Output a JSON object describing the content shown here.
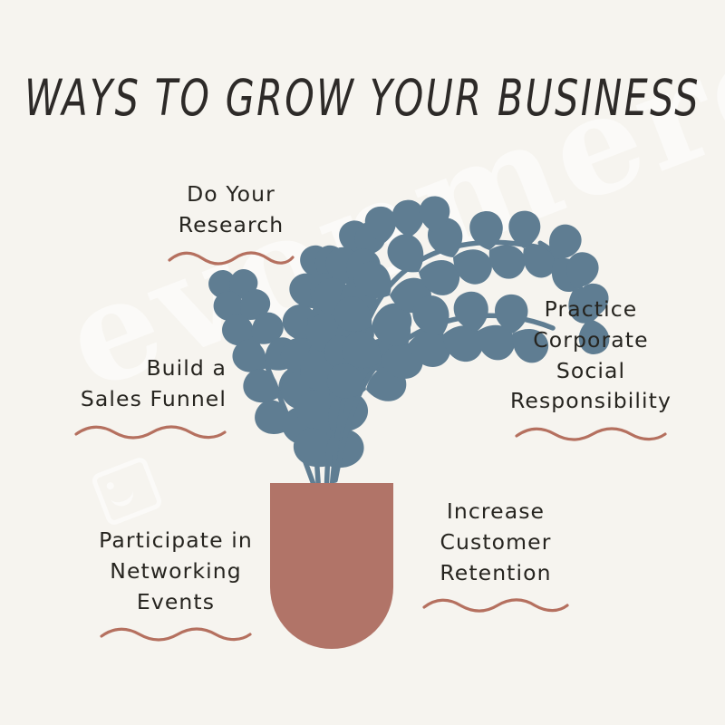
{
  "meta": {
    "background_color": "#F6F4EF",
    "leaf_color": "#5F7D92",
    "pot_color": "#B17468",
    "squiggle_color": "#B5705F",
    "text_color": "#26241F",
    "watermark_color": "#FFFFFF"
  },
  "title": "WAYS TO GROW YOUR BUSINESS",
  "watermark": {
    "text": "evonmerch",
    "logo_icon": "smiley-card-icon"
  },
  "illustration": {
    "name": "potted-eucalyptus-plant",
    "pot_shape": "rounded-bottom-rectangle",
    "leaf_shape": "teardrop"
  },
  "tips": [
    {
      "id": "research",
      "text": "Do Your\nResearch",
      "align": "center",
      "squiggle_width": 140
    },
    {
      "id": "funnel",
      "text": "Build a\nSales Funnel",
      "align": "right",
      "squiggle_width": 168
    },
    {
      "id": "csr",
      "text": "Practice\nCorporate\nSocial\nResponsibility",
      "align": "center",
      "squiggle_width": 168
    },
    {
      "id": "networking",
      "text": "Participate in\nNetworking\nEvents",
      "align": "center",
      "squiggle_width": 168
    },
    {
      "id": "retention",
      "text": "Increase\nCustomer\nRetention",
      "align": "center",
      "squiggle_width": 162
    }
  ]
}
